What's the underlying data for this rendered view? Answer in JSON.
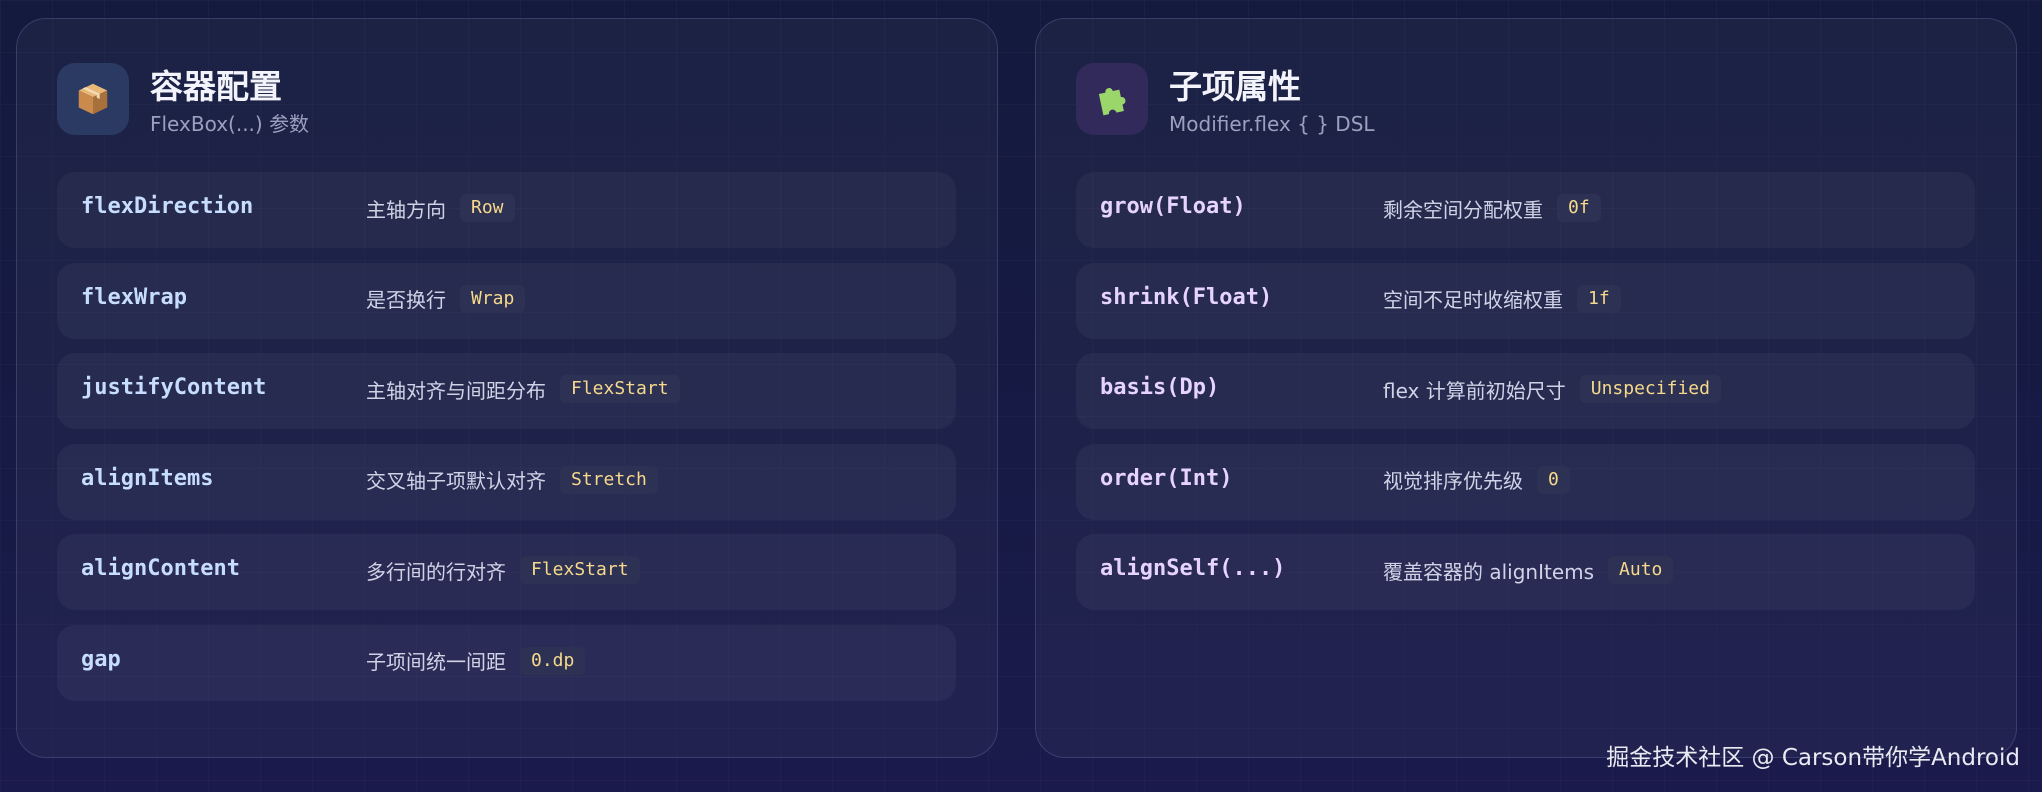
{
  "colors": {
    "accent_value": "#f6d98a",
    "left_prop": "#c7ddff",
    "right_prop": "#e7d3ff"
  },
  "left_card": {
    "icon": "package-icon",
    "title": "容器配置",
    "subtitle": "FlexBox(...) 参数",
    "rows": [
      {
        "name": "flexDirection",
        "desc": "主轴方向",
        "value": "Row"
      },
      {
        "name": "flexWrap",
        "desc": "是否换行",
        "value": "Wrap"
      },
      {
        "name": "justifyContent",
        "desc": "主轴对齐与间距分布",
        "value": "FlexStart"
      },
      {
        "name": "alignItems",
        "desc": "交叉轴子项默认对齐",
        "value": "Stretch"
      },
      {
        "name": "alignContent",
        "desc": "多行间的行对齐",
        "value": "FlexStart"
      },
      {
        "name": "gap",
        "desc": "子项间统一间距",
        "value": "0.dp"
      }
    ]
  },
  "right_card": {
    "icon": "puzzle-piece-icon",
    "title": "子项属性",
    "subtitle": "Modifier.flex { } DSL",
    "rows": [
      {
        "name": "grow(Float)",
        "desc": "剩余空间分配权重",
        "value": "0f"
      },
      {
        "name": "shrink(Float)",
        "desc": "空间不足时收缩权重",
        "value": "1f"
      },
      {
        "name": "basis(Dp)",
        "desc": "flex 计算前初始尺寸",
        "value": "Unspecified"
      },
      {
        "name": "order(Int)",
        "desc": "视觉排序优先级",
        "value": "0"
      },
      {
        "name": "alignSelf(...)",
        "desc": "覆盖容器的 alignItems",
        "value": "Auto"
      }
    ]
  },
  "watermark": "掘金技术社区 @ Carson带你学Android"
}
